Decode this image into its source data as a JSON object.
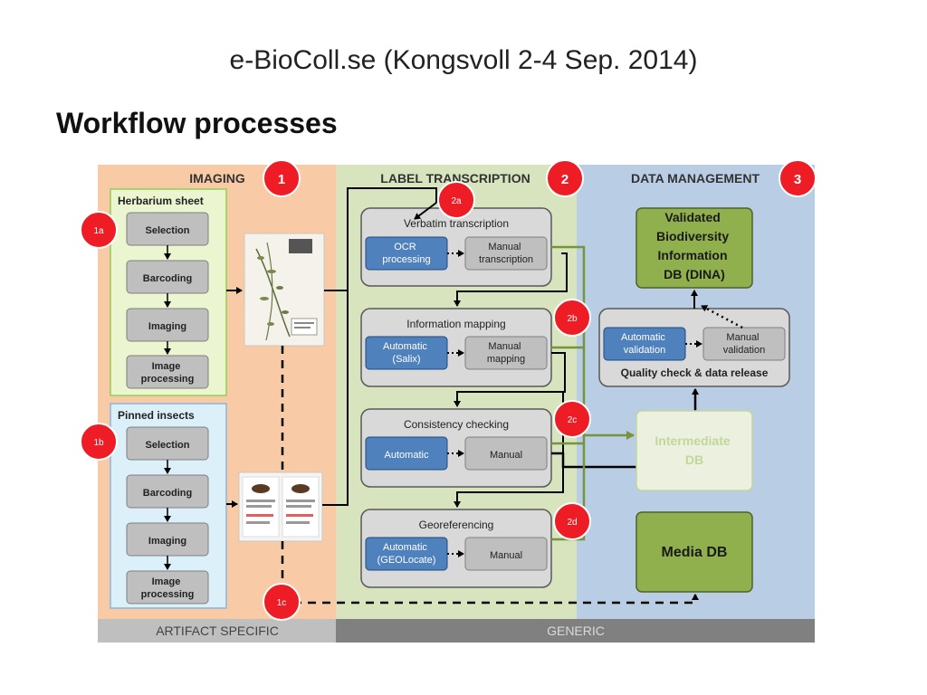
{
  "slide": {
    "title": "e-BioColl.se (Kongsvoll 2-4 Sep. 2014)",
    "heading": "Workflow processes"
  },
  "colors": {
    "imaging_bg": "#f8caa6",
    "label_bg": "#d7e4bd",
    "data_bg": "#b9cde5",
    "herbarium_bg": "#ebf5d0",
    "insects_bg": "#dcf0fa",
    "step_grey": "#bfbfbf",
    "auto_blue": "#4f81bd",
    "green_db": "#8fb04d",
    "marker_red": "#ee1c24",
    "footer_light": "#bfbfbf",
    "footer_dark": "#808080"
  },
  "diagram": {
    "sections": {
      "imaging": "IMAGING",
      "label_transcription": "LABEL TRANSCRIPTION",
      "data_management": "DATA MANAGEMENT"
    },
    "section_markers": {
      "imaging": "1",
      "label_transcription": "2",
      "data_management": "3"
    },
    "herbarium": {
      "title": "Herbarium  sheet",
      "marker": "1a",
      "steps": [
        "Selection",
        "Barcoding",
        "Imaging",
        "Image processing"
      ]
    },
    "insects": {
      "title": "Pinned insects",
      "marker": "1b",
      "steps": [
        "Selection",
        "Barcoding",
        "Imaging",
        "Image processing"
      ]
    },
    "connector_marker": "1c",
    "label_groups": [
      {
        "title": "Verbatim  transcription",
        "marker": "2a",
        "auto": "OCR processing",
        "manual": "Manual transcription"
      },
      {
        "title": "Information  mapping",
        "marker": "2b",
        "auto": "Automatic (Salix)",
        "manual": "Manual mapping"
      },
      {
        "title": "Consistency  checking",
        "marker": "2c",
        "auto": "Automatic",
        "manual": "Manual"
      },
      {
        "title": "Georeferencing",
        "marker": "2d",
        "auto": "Automatic (GEOLocate)",
        "manual": "Manual"
      }
    ],
    "validated_db": "Validated Biodiversity Information DB (DINA)",
    "quality": {
      "title": "Quality check & data release",
      "auto": "Automatic validation",
      "manual": "Manual validation"
    },
    "intermediate_db": "Intermediate DB",
    "media_db": "Media DB",
    "footer": {
      "left": "ARTIFACT SPECIFIC",
      "right": "GENERIC"
    }
  }
}
